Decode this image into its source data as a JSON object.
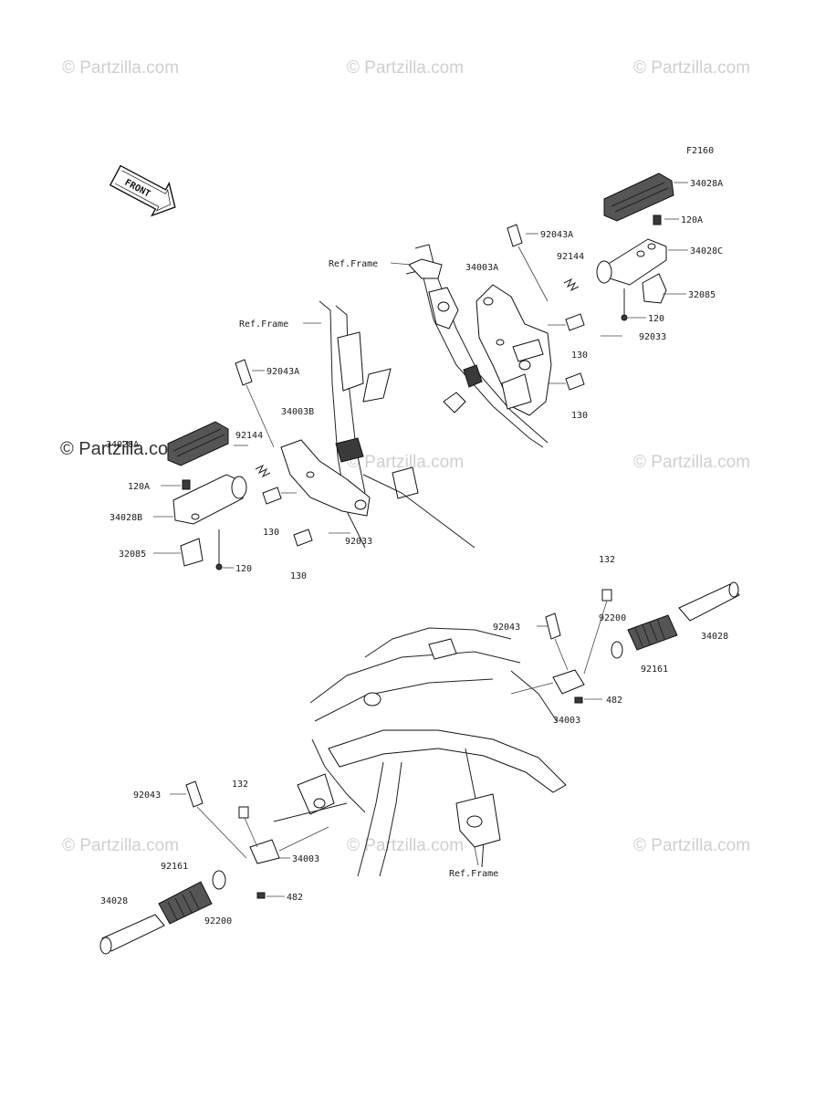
{
  "diagram": {
    "code": "F2160",
    "front_label": "FRONT",
    "watermark": "© Partzilla.com",
    "ref_frame": "Ref.Frame"
  },
  "parts": {
    "p34028A": "34028A",
    "p120A": "120A",
    "p34028C": "34028C",
    "p32085": "32085",
    "p120": "120",
    "p92043A": "92043A",
    "p92144": "92144",
    "p34003A": "34003A",
    "p130": "130",
    "p92033": "92033",
    "p34003B": "34003B",
    "p34028B": "34028B",
    "p132": "132",
    "p92043": "92043",
    "p92200": "92200",
    "p34028": "34028",
    "p92161": "92161",
    "p34003": "34003",
    "p482": "482"
  }
}
